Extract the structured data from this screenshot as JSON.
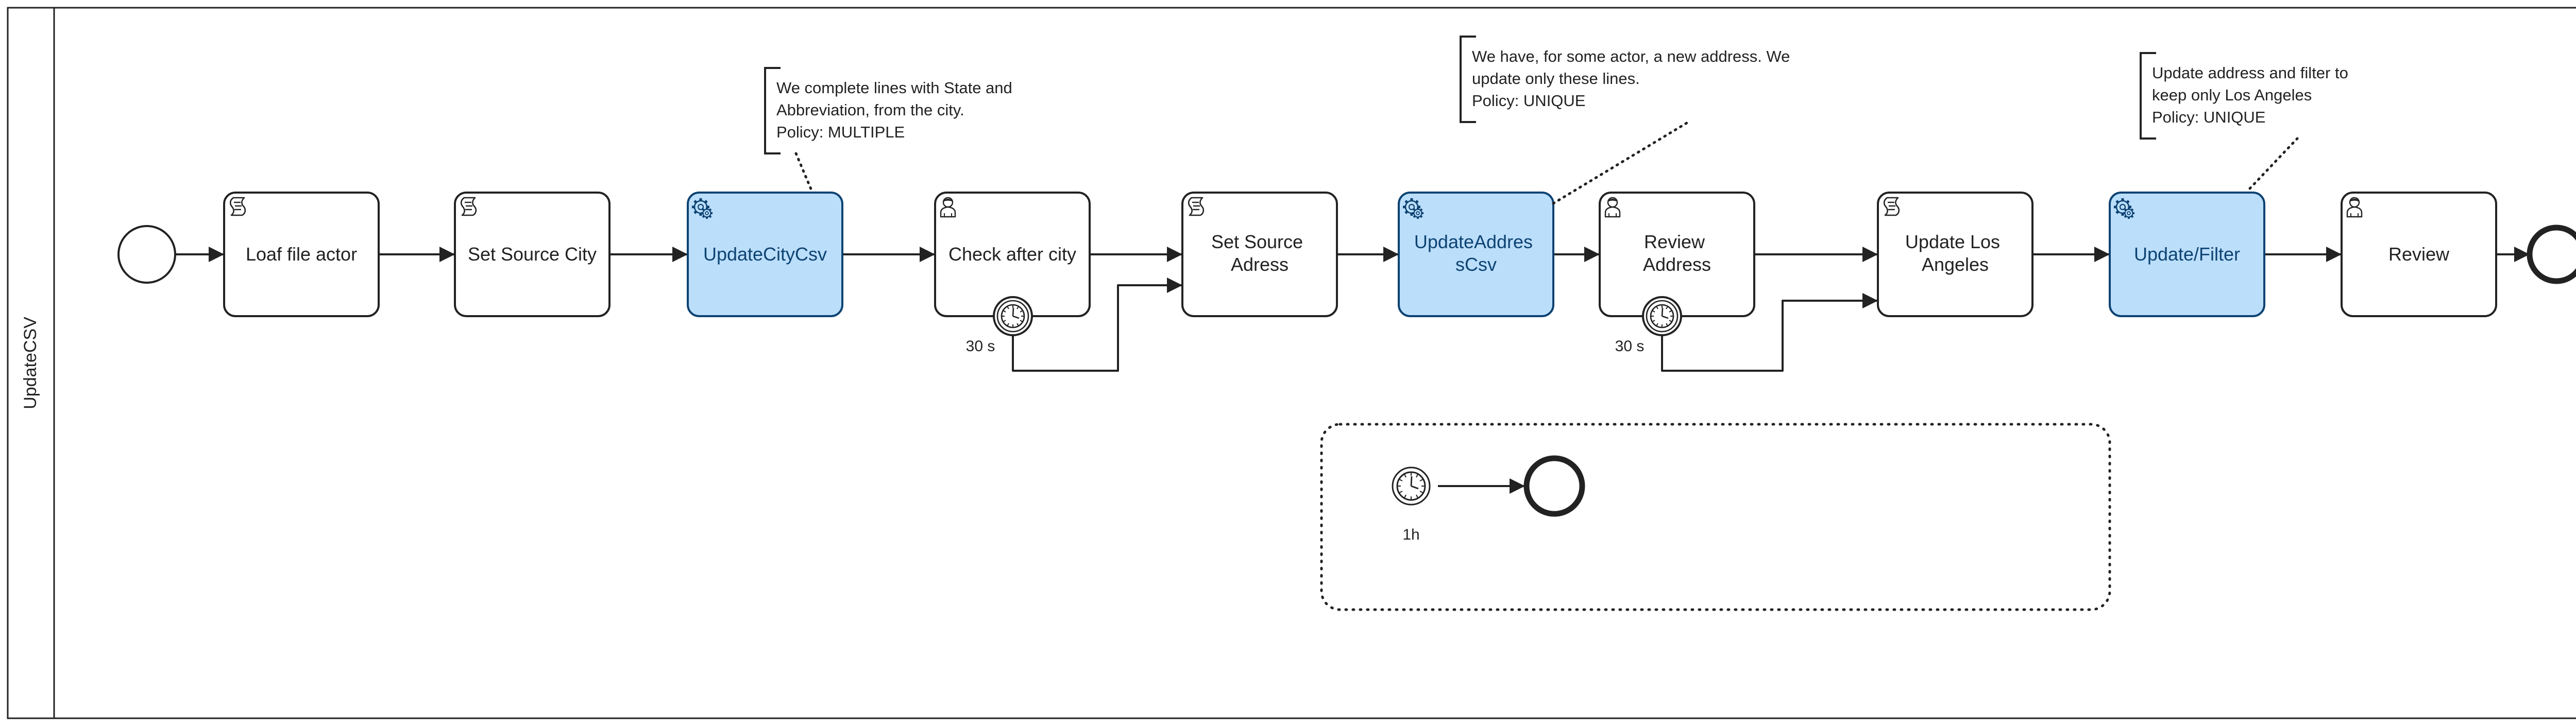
{
  "lane": {
    "label": "UpdateCSV"
  },
  "tasks": {
    "loaf_file_actor": {
      "lines": [
        "Loaf file actor"
      ]
    },
    "set_source_city": {
      "lines": [
        "Set Source City"
      ]
    },
    "update_city_csv": {
      "lines": [
        "UpdateCityCsv"
      ]
    },
    "check_after_city": {
      "lines": [
        "Check after city"
      ]
    },
    "set_source_adress": {
      "lines": [
        "Set Source",
        "Adress"
      ]
    },
    "update_address_csv": {
      "lines": [
        "UpdateAddres",
        "sCsv"
      ]
    },
    "review_address": {
      "lines": [
        "Review",
        "Address"
      ]
    },
    "update_los_angeles": {
      "lines": [
        "Update Los",
        "Angeles"
      ]
    },
    "update_filter": {
      "lines": [
        "Update/Filter"
      ]
    },
    "review": {
      "lines": [
        "Review"
      ]
    }
  },
  "timers": {
    "check_after_city_timer": "30 s",
    "review_address_timer": "30 s",
    "subprocess_timer": "1h"
  },
  "annotations": {
    "city_policy": [
      "We complete lines with State and",
      "Abbreviation, from the city.",
      "Policy: MULTIPLE"
    ],
    "address_policy": [
      "We have, for some actor, a new address. We",
      "update only these lines.",
      "Policy: UNIQUE"
    ],
    "filter_policy": [
      "Update address and filter to",
      "keep only Los Angeles",
      "Policy: UNIQUE"
    ]
  },
  "icons": {
    "script_task": "script-icon",
    "service_task": "gear-icon",
    "user_task": "user-icon",
    "timer_event": "clock-icon"
  },
  "colors": {
    "service_fill": "#bbdefb",
    "service_stroke": "#0d4372",
    "service_text": "#0d4372",
    "stroke": "#222222",
    "background": "#ffffff"
  }
}
